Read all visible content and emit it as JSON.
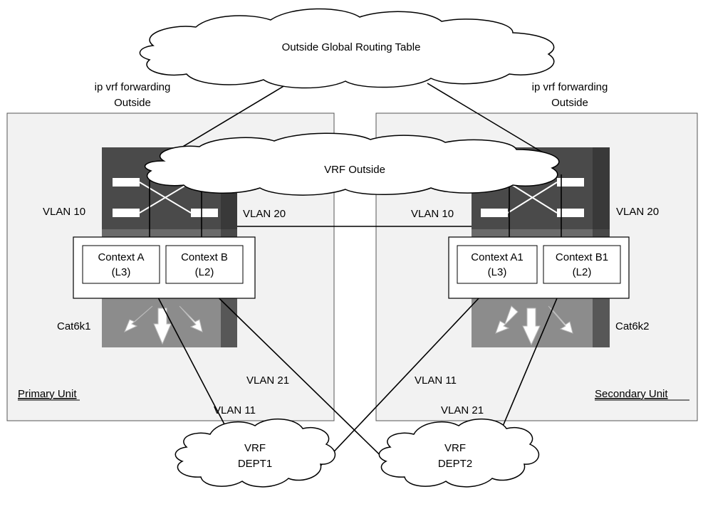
{
  "clouds": {
    "global": "Outside Global Routing Table",
    "vrf_outside": "VRF Outside",
    "dept1": [
      "VRF",
      "DEPT1"
    ],
    "dept2": [
      "VRF",
      "DEPT2"
    ]
  },
  "forwarding_labels": {
    "left": [
      "ip vrf forwarding",
      "Outside"
    ],
    "right": [
      "ip vrf forwarding",
      "Outside"
    ]
  },
  "units": {
    "primary": {
      "label": "Primary Unit",
      "switch": "Cat6k1",
      "vlan_left": "VLAN 10",
      "vlan_right": "VLAN 20",
      "contexts": [
        {
          "name": "Context A",
          "mode": "(L3)"
        },
        {
          "name": "Context B",
          "mode": "(L2)"
        }
      ]
    },
    "secondary": {
      "label": "Secondary Unit",
      "switch": "Cat6k2",
      "vlan_left": "VLAN 10",
      "vlan_right": "VLAN 20",
      "contexts": [
        {
          "name": "Context A1",
          "mode": "(L3)"
        },
        {
          "name": "Context B1",
          "mode": "(L2)"
        }
      ]
    }
  },
  "link_labels": {
    "primary_vlan21": "VLAN 21",
    "primary_vlan11": "VLAN 11",
    "secondary_vlan11": "VLAN 11",
    "secondary_vlan21": "VLAN 21"
  },
  "colors": {
    "unit_fill": "#f2f2f2",
    "switch_top": "#4a4a4a",
    "switch_front": "#8c8c8c",
    "switch_side": "#2b2b2b"
  }
}
